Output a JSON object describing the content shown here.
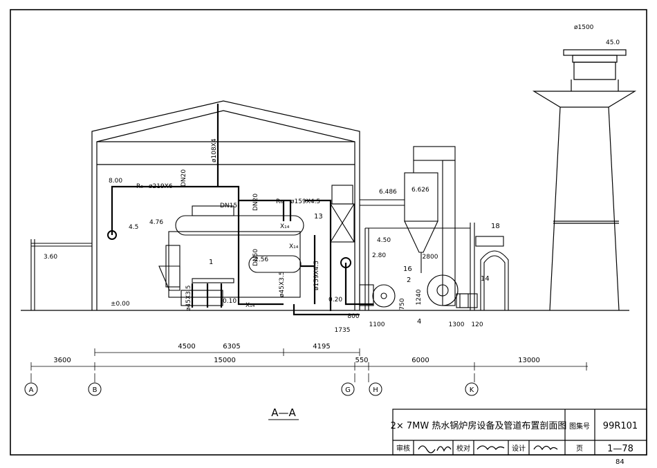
{
  "drawing": {
    "section_title": "A—A",
    "page_number": "84"
  },
  "title_block": {
    "title": "2× 7MW 热水锅炉房设备及管道布置剖面图",
    "atlas_label": "图集号",
    "atlas_no": "99R101",
    "page_label": "页",
    "page_no": "1—78",
    "review_label": "审核",
    "check_label": "校对",
    "design_label": "设计"
  },
  "axes": [
    "A",
    "B",
    "G",
    "H",
    "K"
  ],
  "dimensions": {
    "row1": [
      "4500",
      "6305",
      "4195"
    ],
    "row2": [
      "3600",
      "15000",
      "550",
      "6000",
      "13000"
    ],
    "small": [
      "1735",
      "800",
      "1100",
      "1300",
      "120",
      "1240",
      "750",
      "2800"
    ]
  },
  "elevations": [
    "8.00",
    "4.5",
    "4.76",
    "3.60",
    "±0.00",
    "0.10",
    "2.56",
    "0.20",
    "2.80",
    "4.50",
    "6.486",
    "6.626",
    "45.0"
  ],
  "pipe_labels": [
    "R₆",
    "ø219X6",
    "DN20",
    "DN15",
    "DN20",
    "R₆",
    "ø159X4.5",
    "ø108X4",
    "DN50",
    "ø159X4.5",
    "ø45X3.5",
    "ø45X3.5",
    "X₁₄",
    "X₁₄",
    "X₁₄",
    "ø1500"
  ],
  "equipment_numbers": [
    "1",
    "2",
    "4",
    "13",
    "14",
    "16",
    "18"
  ]
}
